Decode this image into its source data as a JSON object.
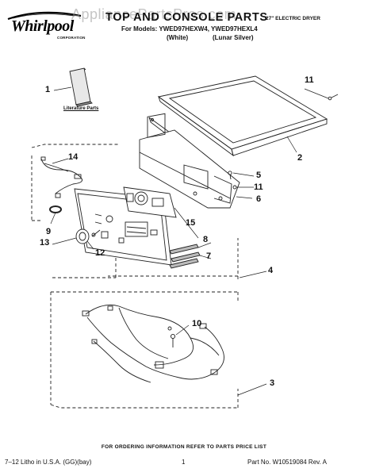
{
  "header": {
    "logo_text": "Whirlpool",
    "logo_corp": "CORPORATION",
    "title": "TOP AND CONSOLE PARTS",
    "product": "27\" ELECTRIC DRYER",
    "models": "For Models: YWED97HEXW4, YWED97HEXL4",
    "color_white": "(White)",
    "color_silver": "(Lunar Silver)",
    "watermark": "AppliancePartsPros.com"
  },
  "literature_label": "Literature Parts",
  "callouts": {
    "c1": "1",
    "c2": "2",
    "c3": "3",
    "c4": "4",
    "c5": "5",
    "c6": "6",
    "c7": "7",
    "c8": "8",
    "c9": "9",
    "c10": "10",
    "c11a": "11",
    "c11b": "11",
    "c12": "12",
    "c13": "13",
    "c14": "14",
    "c15": "15"
  },
  "order_note": "FOR ORDERING INFORMATION REFER TO PARTS PRICE LIST",
  "footer": {
    "litho": "7–12 Litho in U.S.A. (GG)(bay)",
    "page": "1",
    "part_no": "Part No. W10519084 Rev. A"
  }
}
